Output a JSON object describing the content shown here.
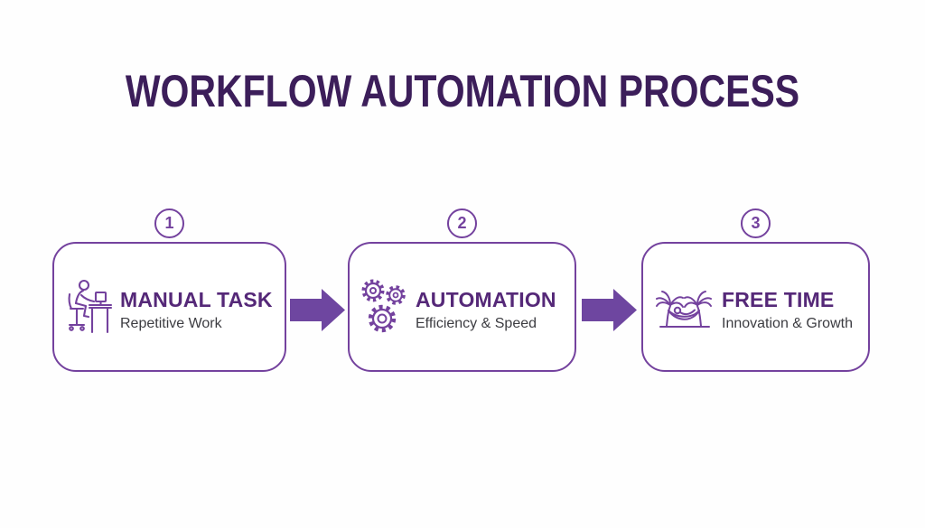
{
  "title": "WORKFLOW AUTOMATION PROCESS",
  "steps": [
    {
      "number": "1",
      "icon": "person-at-desk-icon",
      "title": "MANUAL TASK",
      "subtitle": "Repetitive Work"
    },
    {
      "number": "2",
      "icon": "gears-icon",
      "title": "AUTOMATION",
      "subtitle": "Efficiency & Speed"
    },
    {
      "number": "3",
      "icon": "palm-hammock-icon",
      "title": "FREE TIME",
      "subtitle": "Innovation & Growth"
    }
  ],
  "colors": {
    "background": "#fefefe",
    "title_text": "#3c1e5a",
    "accent_purple": "#74429e",
    "step_title_text": "#552878",
    "step_subtitle_text": "#3c3c41",
    "arrow": "#6e46a0"
  }
}
